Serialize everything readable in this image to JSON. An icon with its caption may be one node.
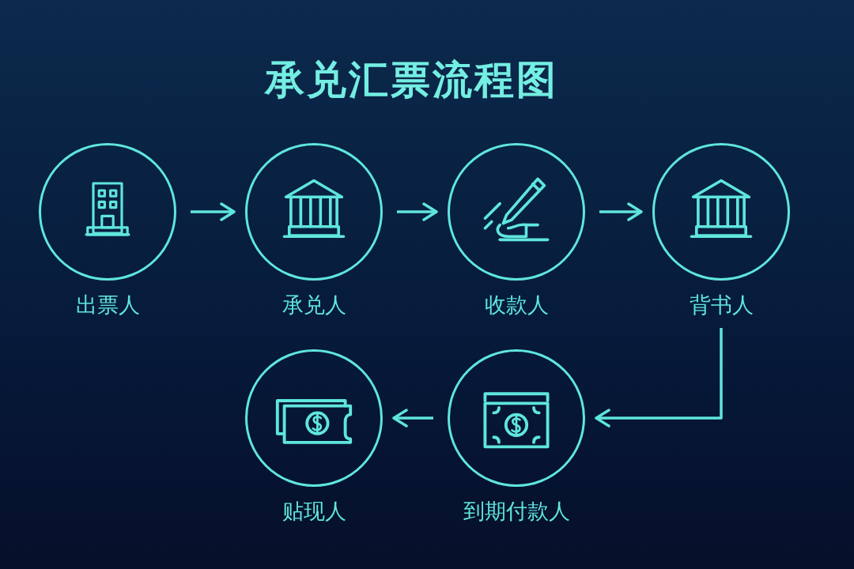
{
  "diagram": {
    "title": "承兑汇票流程图",
    "nodes": [
      {
        "text": [
          "出票人"
        ]
      },
      {
        "text": [
          "承兑人"
        ]
      },
      {
        "text": [
          "收款人"
        ]
      },
      {
        "text": [
          "背书人"
        ]
      },
      {
        "text": [
          "贴现人"
        ]
      },
      {
        "text": [
          "到期付款人"
        ]
      }
    ],
    "edges": [
      {
        "from": 0,
        "to": 1,
        "arrow": "to"
      },
      {
        "from": 1,
        "to": 2,
        "arrow": "to"
      },
      {
        "from": 2,
        "to": 3,
        "arrow": "to"
      },
      {
        "from": 3,
        "to": 5,
        "arrow": "to"
      },
      {
        "from": 5,
        "to": 4,
        "arrow": "to"
      }
    ]
  }
}
